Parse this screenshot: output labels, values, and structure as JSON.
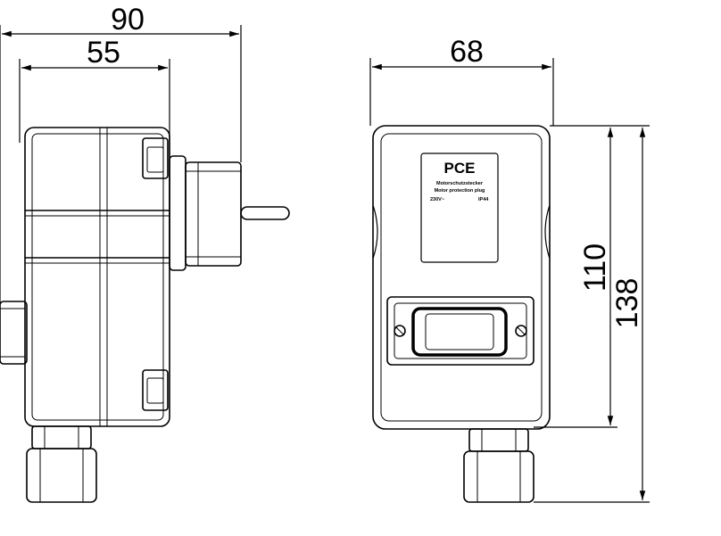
{
  "dimensions": {
    "overall_depth": "90",
    "housing_depth": "55",
    "front_width": "68",
    "housing_height": "110",
    "overall_height": "138"
  },
  "nameplate": {
    "brand": "PCE",
    "line1": "Motorschutzstecker",
    "line2": "Motor protection plug",
    "voltage": "230V~",
    "rating": "IP44"
  }
}
